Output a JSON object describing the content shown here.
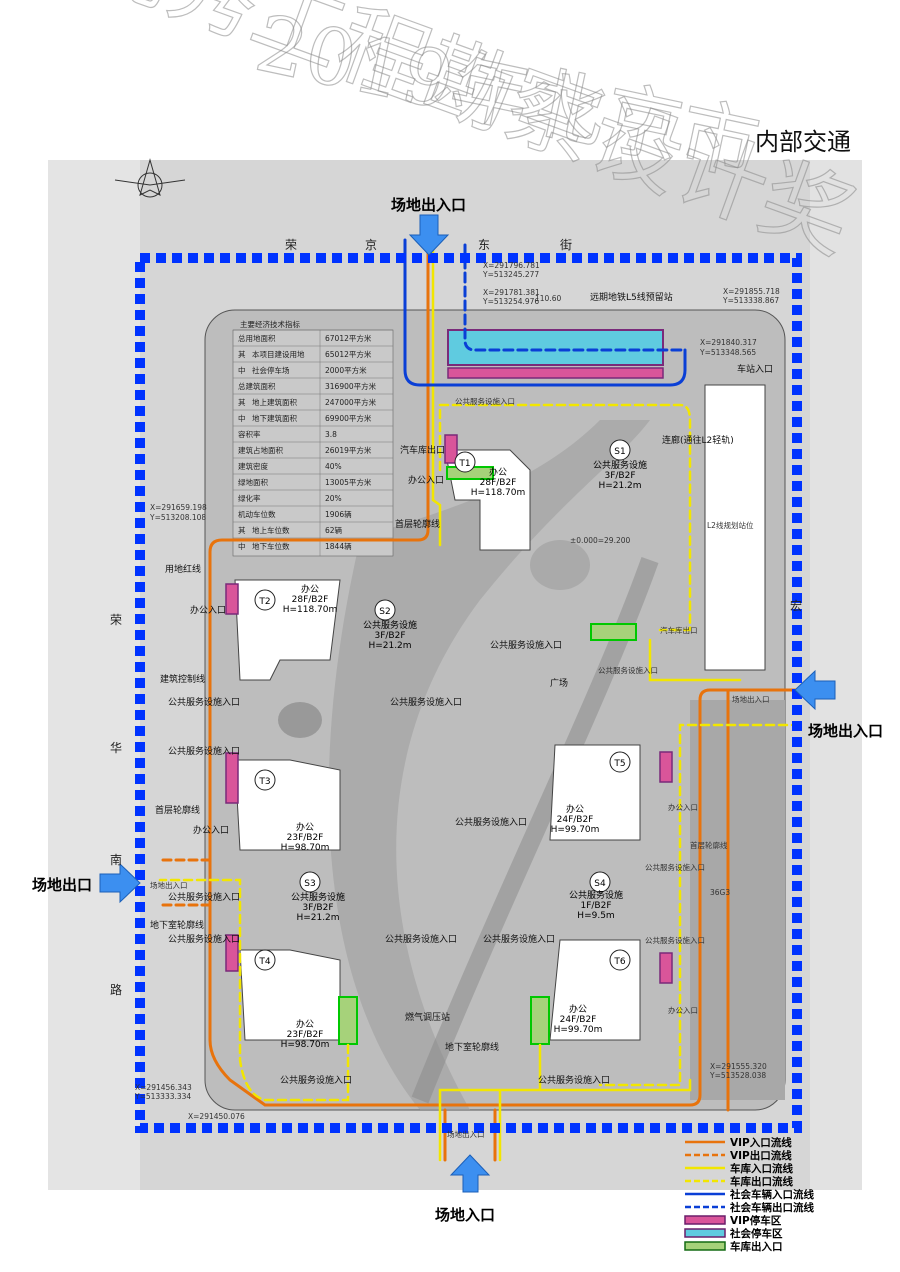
{
  "title": "内部交通",
  "watermark": {
    "line1": "2019年北京市",
    "line2": "优秀工程勘察设计奖"
  },
  "entrances": {
    "top": "场地出入口",
    "left": "场地出口",
    "right": "场地出入口",
    "bottom": "场地入口"
  },
  "streets": {
    "top": [
      "荣",
      "京",
      "东",
      "街"
    ],
    "left": [
      "荣",
      "华",
      "南",
      "路"
    ],
    "right": [
      "宏"
    ]
  },
  "table": {
    "title": "主要经济技术指标",
    "rows": [
      {
        "group": "",
        "label": "总用地面积",
        "value": "67012平方米"
      },
      {
        "group": "其",
        "label": "本项目建设用地",
        "value": "65012平方米"
      },
      {
        "group": "中",
        "label": "社会停车场",
        "value": "2000平方米"
      },
      {
        "group": "",
        "label": "总建筑面积",
        "value": "316900平方米"
      },
      {
        "group": "其",
        "label": "地上建筑面积",
        "value": "247000平方米"
      },
      {
        "group": "中",
        "label": "地下建筑面积",
        "value": "69900平方米"
      },
      {
        "group": "",
        "label": "容积率",
        "value": "3.8"
      },
      {
        "group": "",
        "label": "建筑占地面积",
        "value": "26019平方米"
      },
      {
        "group": "",
        "label": "建筑密度",
        "value": "40%"
      },
      {
        "group": "",
        "label": "绿地面积",
        "value": "13005平方米"
      },
      {
        "group": "",
        "label": "绿化率",
        "value": "20%"
      },
      {
        "group": "",
        "label": "机动车位数",
        "value": "1906辆"
      },
      {
        "group": "其",
        "label": "地上车位数",
        "value": "62辆"
      },
      {
        "group": "中",
        "label": "地下车位数",
        "value": "1844辆"
      }
    ]
  },
  "buildings": [
    {
      "id": "T1",
      "use": "办公",
      "floors": "28F/B2F",
      "height": "H=118.70m"
    },
    {
      "id": "T2",
      "use": "办公",
      "floors": "28F/B2F",
      "height": "H=118.70m"
    },
    {
      "id": "T3",
      "use": "办公",
      "floors": "23F/B2F",
      "height": "H=98.70m"
    },
    {
      "id": "T4",
      "use": "办公",
      "floors": "23F/B2F",
      "height": "H=98.70m"
    },
    {
      "id": "T5",
      "use": "办公",
      "floors": "24F/B2F",
      "height": "H=99.70m"
    },
    {
      "id": "T6",
      "use": "办公",
      "floors": "24F/B2F",
      "height": "H=99.70m"
    },
    {
      "id": "S1",
      "use": "公共服务设施",
      "floors": "3F/B2F",
      "height": "H=21.2m"
    },
    {
      "id": "S2",
      "use": "公共服务设施",
      "floors": "3F/B2F",
      "height": "H=21.2m"
    },
    {
      "id": "S3",
      "use": "公共服务设施",
      "floors": "3F/B2F",
      "height": "H=21.2m"
    },
    {
      "id": "S4",
      "use": "公共服务设施",
      "floors": "1F/B2F",
      "height": "H=9.5m"
    }
  ],
  "annotations": {
    "subway": "远期地铁L5线预留站",
    "station_entry": "车站入口",
    "corridor": "连廊(通往L2轻轨)",
    "l2": "L2线规划站位",
    "garage_exit": "汽车库出口",
    "office_entry": "办公入口",
    "public_entry": "公共服务设施入口",
    "site_entry": "场地出入口",
    "site_exit_small": "场地出入口",
    "redline": "用地红线",
    "control": "建筑控制线",
    "ground_outline": "首层轮廓线",
    "basement_outline": "地下室轮廓线",
    "plaza": "广场",
    "pressure": "燃气调压站",
    "parking_code": "36G3",
    "dim_110": "110.60",
    "dim_elev": "±0.000=29.200"
  },
  "coords": [
    "X=291796.781",
    "Y=513245.277",
    "X=291781.381",
    "Y=513254.976",
    "X=291855.718",
    "Y=513338.867",
    "X=291840.317",
    "Y=513348.565",
    "X=291659.198",
    "Y=513208.108",
    "X=291456.343",
    "Y=513333.334",
    "X=291450.076",
    "X=291555.320",
    "Y=513528.038"
  ],
  "legend": [
    {
      "label": "VIP入口流线",
      "color": "#e8730c",
      "style": "solid"
    },
    {
      "label": "VIP出口流线",
      "color": "#e8730c",
      "style": "dashed"
    },
    {
      "label": "车库入口流线",
      "color": "#f2e600",
      "style": "solid"
    },
    {
      "label": "车库出口流线",
      "color": "#f2e600",
      "style": "dashed"
    },
    {
      "label": "社会车辆入口流线",
      "color": "#0a3fd6",
      "style": "solid"
    },
    {
      "label": "社会车辆出口流线",
      "color": "#0a3fd6",
      "style": "dashed"
    },
    {
      "label": "VIP停车区",
      "color": "#d9559a",
      "style": "box"
    },
    {
      "label": "社会停车区",
      "color": "#5fcbe0",
      "style": "box"
    },
    {
      "label": "车库出入口",
      "color": "#a6d27a",
      "style": "box"
    }
  ],
  "colors": {
    "boundary": "#0033ff",
    "arrow": "#3c8ff0",
    "vip": "#e8730c",
    "garage": "#f2e600",
    "social": "#0a3fd6"
  }
}
